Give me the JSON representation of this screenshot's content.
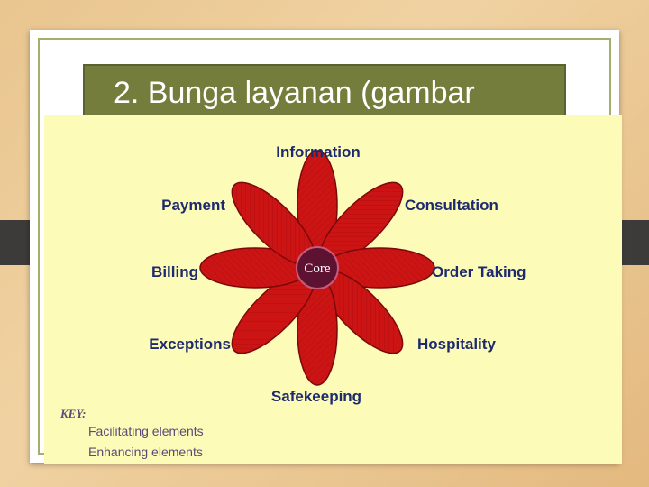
{
  "slide": {
    "title": "2. Bunga layanan (gambar"
  },
  "diagram": {
    "core_label": "Core",
    "petal_labels": {
      "top": "Information",
      "top_right": "Consultation",
      "right": "Order Taking",
      "bottom_right": "Hospitality",
      "bottom": "Safekeeping",
      "bottom_left": "Exceptions",
      "left": "Billing",
      "top_left": "Payment"
    },
    "key": {
      "title": "KEY:",
      "items": [
        "Facilitating elements",
        "Enhancing elements"
      ]
    },
    "colors": {
      "petal": "#cc1414",
      "core": "#5e1232",
      "label": "#1e2a6e",
      "background": "#fdfbb8"
    }
  }
}
